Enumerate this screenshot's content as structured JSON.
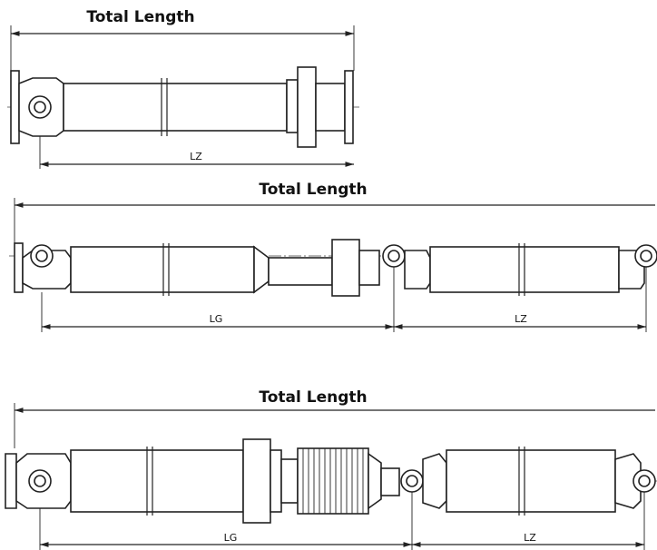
{
  "diagrams": [
    {
      "title": "Total Length",
      "dimensions": [
        "LZ"
      ]
    },
    {
      "title": "Total Length",
      "dimensions": [
        "LG",
        "LZ"
      ]
    },
    {
      "title": "Total Length",
      "dimensions": [
        "LG",
        "LZ"
      ]
    }
  ]
}
